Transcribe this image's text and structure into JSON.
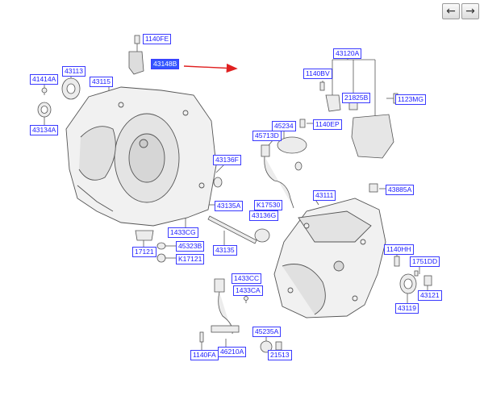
{
  "nav": {
    "back_icon": "←",
    "forward_icon": "→"
  },
  "labels": {
    "l1140fe": "1140FE",
    "l43148b": "43148B",
    "l41414a": "41414A",
    "l43113": "43113",
    "l43115": "43115",
    "l43134a": "43134A",
    "l43120a": "43120A",
    "l1140bv": "1140BV",
    "l21825b": "21825B",
    "l1123mg": "1123MG",
    "l45234": "45234",
    "l45713d": "45713D",
    "l1140ep": "1140EP",
    "l43136f": "43136F",
    "l43135a": "43135A",
    "lk17530": "K17530",
    "l43136g": "43136G",
    "l43111": "43111",
    "l43885a": "43885A",
    "l1433cg": "1433CG",
    "l45323b": "45323B",
    "lk17121": "K17121",
    "l17121": "17121",
    "l43135": "43135",
    "l1433cc": "1433CC",
    "l1433ca": "1433CA",
    "l1140hh": "1140HH",
    "l1751dd": "1751DD",
    "l43121": "43121",
    "l43119": "43119",
    "l45235a": "45235A",
    "l1140fa": "1140FA",
    "l46210a": "46210A",
    "l21513": "21513"
  },
  "colors": {
    "label_border": "#3a3aff",
    "label_text": "#1a1aff",
    "selected_bg": "#3355ff",
    "arrow": "#e02020",
    "drawing": "#555555"
  }
}
